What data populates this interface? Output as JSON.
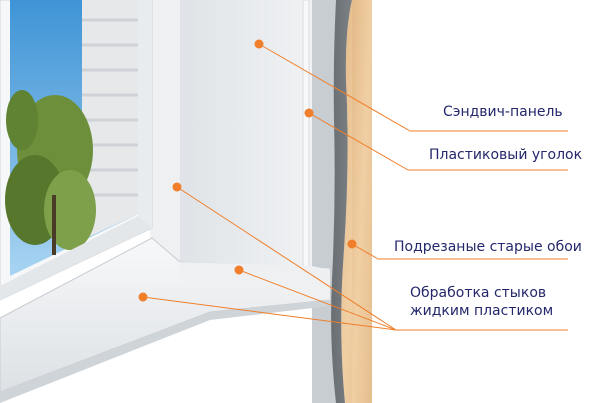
{
  "labels": {
    "sandwich_panel": "Сэндвич-панель",
    "plastic_corner": "Пластиковый уголок",
    "old_wallpaper": "Подрезаные старые обои",
    "joint_treatment_line1": "Обработка стыков",
    "joint_treatment_line2": "жидким пластиком"
  },
  "colors": {
    "callout": "#f07e2a",
    "label_text": "#24286b",
    "wood": "#e9c393",
    "panel": "#e8ebee",
    "frame": "#f6f7f8",
    "glass_sky": "#4fa0d9",
    "plaster": "#6f7478"
  }
}
